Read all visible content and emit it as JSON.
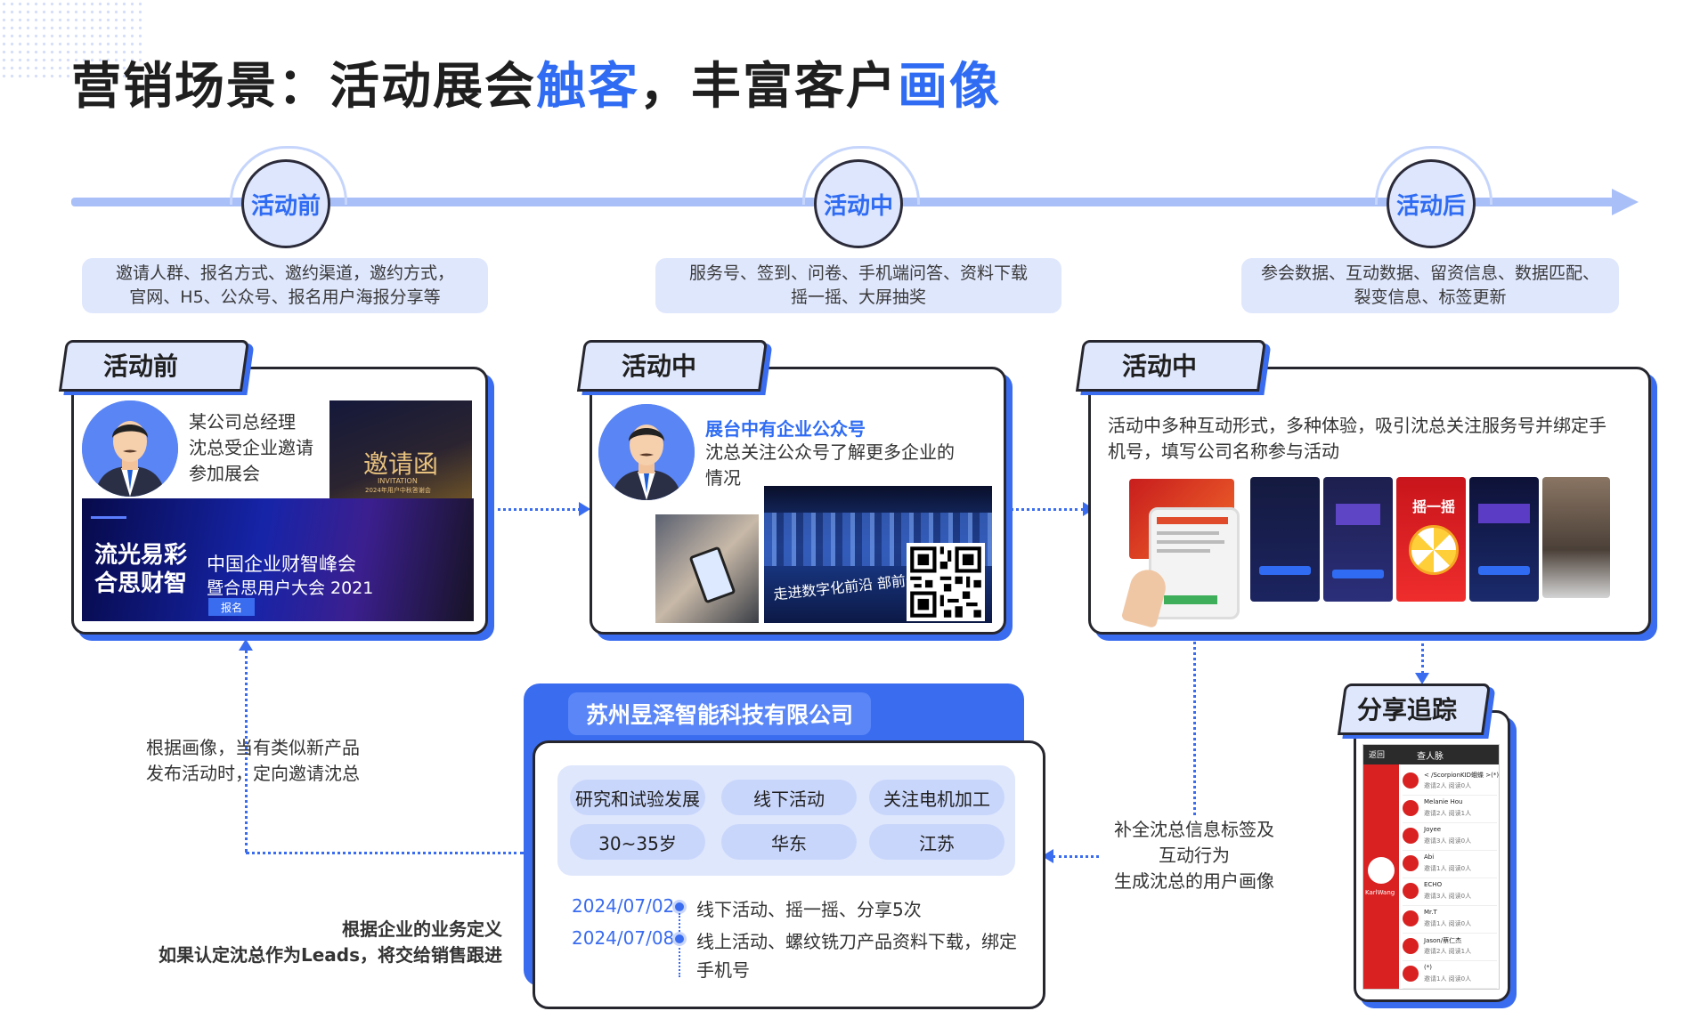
{
  "title": {
    "part1": "营销场景：活动展会",
    "hl1": "触客",
    "part2": "，丰富客户",
    "hl2": "画像"
  },
  "timeline": [
    {
      "label": "活动前",
      "desc": [
        "邀请人群、报名方式、邀约渠道，邀约方式，",
        "官网、H5、公众号、报名用户海报分享等"
      ]
    },
    {
      "label": "活动中",
      "desc": [
        "服务号、签到、问卷、手机端问答、资料下载",
        "摇一摇、大屏抽奖"
      ]
    },
    {
      "label": "活动后",
      "desc": [
        "参会数据、互动数据、留资信息、数据匹配、",
        "裂变信息、标签更新"
      ]
    }
  ],
  "cards": {
    "before": {
      "tab": "活动前",
      "text": [
        "某公司总经理",
        "沈总受企业邀请",
        "参加展会"
      ],
      "invite_title": "邀请函",
      "invite_sub": "INVITATION",
      "invite_sub2": "2024年用户中秋答谢会",
      "banner_logo": [
        "流光易彩",
        "合思财智"
      ],
      "banner_title": "中国企业财智峰会",
      "banner_subtitle": "暨合思用户大会 2021",
      "banner_button": "报名"
    },
    "during": {
      "tab": "活动中",
      "heading": "展台中有企业公众号",
      "text": [
        "沈总关注公众号了解更多企业的",
        "情况"
      ],
      "screen_text": "走进数字化前沿 部前景"
    },
    "interact": {
      "tab": "活动中",
      "text": [
        "活动中多种互动形式，多种体验，吸引沈总关注服务号并绑定手",
        "机号，填写公司名称参与活动"
      ],
      "shake_text": "摇一摇"
    },
    "share": {
      "tab": "分享追踪",
      "header": "查人脉",
      "back": "返回",
      "user": "KarlWang",
      "entries": [
        {
          "name": "< /ScorpionKID蛾蝶 >(*)",
          "stat": "邀请2人  阅读0人"
        },
        {
          "name": "Melanie Hou",
          "stat": "邀请2人  阅读1人"
        },
        {
          "name": "Joyee",
          "stat": "邀请3人  阅读0人"
        },
        {
          "name": "Abi",
          "stat": "邀请1人  阅读0人"
        },
        {
          "name": "ECHO",
          "stat": "邀请3人  阅读0人"
        },
        {
          "name": "Mr.T",
          "stat": "邀请1人  阅读0人"
        },
        {
          "name": "Jason/蔡仁杰",
          "stat": "邀请2人  阅读1人"
        },
        {
          "name": "(*)",
          "stat": "邀请1人  阅读0人"
        }
      ]
    }
  },
  "profile": {
    "company": "苏州昱泽智能科技有限公司",
    "tags": [
      "研究和试验发展",
      "线下活动",
      "关注电机加工",
      "30~35岁",
      "华东",
      "江苏"
    ],
    "events": [
      {
        "date": "2024/07/02",
        "desc": [
          "线下活动、摇一摇、分享5次"
        ]
      },
      {
        "date": "2024/07/08",
        "desc": [
          "线上活动、螺纹铣刀产品资料下载，绑定",
          "手机号"
        ]
      }
    ]
  },
  "notes": {
    "left": [
      "根据画像，当有类似新产品",
      "发布活动时，定向邀请沈总"
    ],
    "right": [
      "补全沈总信息标签及",
      "互动行为",
      "生成沈总的用户画像"
    ],
    "bottom": [
      "根据企业的业务定义",
      "如果认定沈总作为Leads，将交给销售跟进"
    ]
  },
  "colors": {
    "accent": "#2f6cf3",
    "timeline": "#a9bff8",
    "light": "#dfe7fd",
    "tag": "#c9d6fb",
    "red": "#e02424"
  }
}
